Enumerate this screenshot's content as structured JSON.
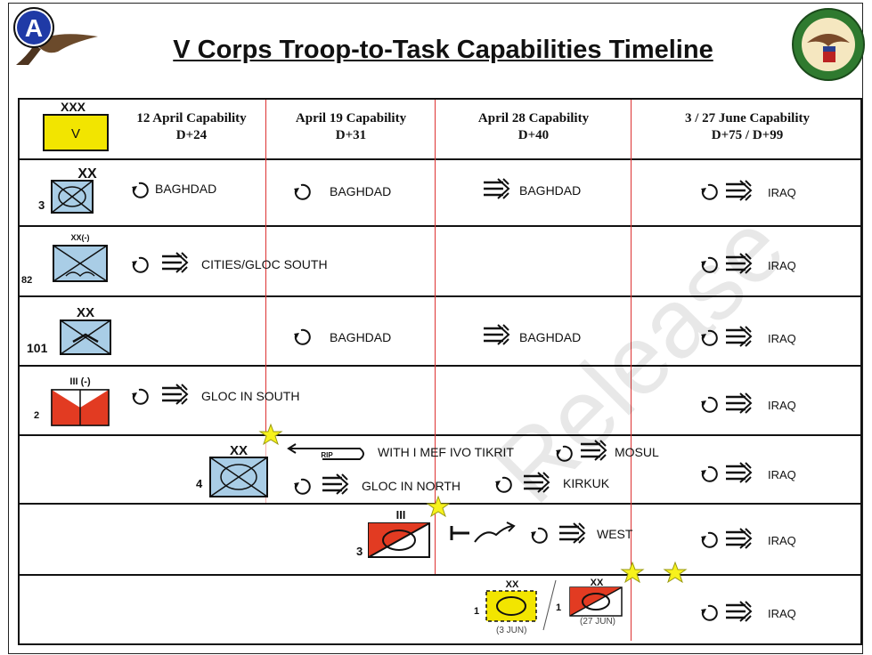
{
  "title": "V Corps Troop-to-Task Capabilities Timeline",
  "logo_letter": "A",
  "headers": [
    {
      "line1": "12 April Capability",
      "line2": "D+24"
    },
    {
      "line1": "April 19 Capability",
      "line2": "D+31"
    },
    {
      "line1": "April 28 Capability",
      "line2": "D+40"
    },
    {
      "line1": "3 / 27 June Capability",
      "line2": "D+75 / D+99"
    }
  ],
  "corps_symbol": {
    "echelon": "XXX",
    "designation": "V",
    "fill": "#f2e500"
  },
  "rows": [
    {
      "unit": "3",
      "echelon": "XX",
      "labels": [
        "BAGHDAD",
        "BAGHDAD",
        "BAGHDAD",
        "IRAQ"
      ]
    },
    {
      "unit": "82",
      "echelon": "XX(-)",
      "labels": [
        "CITIES/GLOC SOUTH",
        "IRAQ"
      ]
    },
    {
      "unit": "101",
      "echelon": "XX",
      "labels": [
        "BAGHDAD",
        "BAGHDAD",
        "IRAQ"
      ]
    },
    {
      "unit": "2",
      "echelon": "III (-)",
      "labels": [
        "GLOC IN SOUTH",
        "IRAQ"
      ]
    },
    {
      "unit": "4",
      "echelon": "XX",
      "rip": "RIP",
      "labels": [
        "WITH I MEF IVO TIKRIT",
        "MOSUL",
        "GLOC IN NORTH",
        "KIRKUK",
        "IRAQ"
      ]
    },
    {
      "unit": "3",
      "echelon": "III",
      "labels": [
        "WEST",
        "IRAQ"
      ]
    },
    {
      "unit_a": "1",
      "unit_b": "1",
      "echelon_a": "XX",
      "echelon_b": "XX",
      "date_a": "(3 JUN)",
      "date_b": "(27 JUN)",
      "labels": [
        "IRAQ"
      ]
    }
  ],
  "watermark": "Release",
  "colors": {
    "infantry": "#a9cde6",
    "armor_red": "#e23b22",
    "star": "#f7f21c",
    "column_divider": "#dd3333"
  }
}
